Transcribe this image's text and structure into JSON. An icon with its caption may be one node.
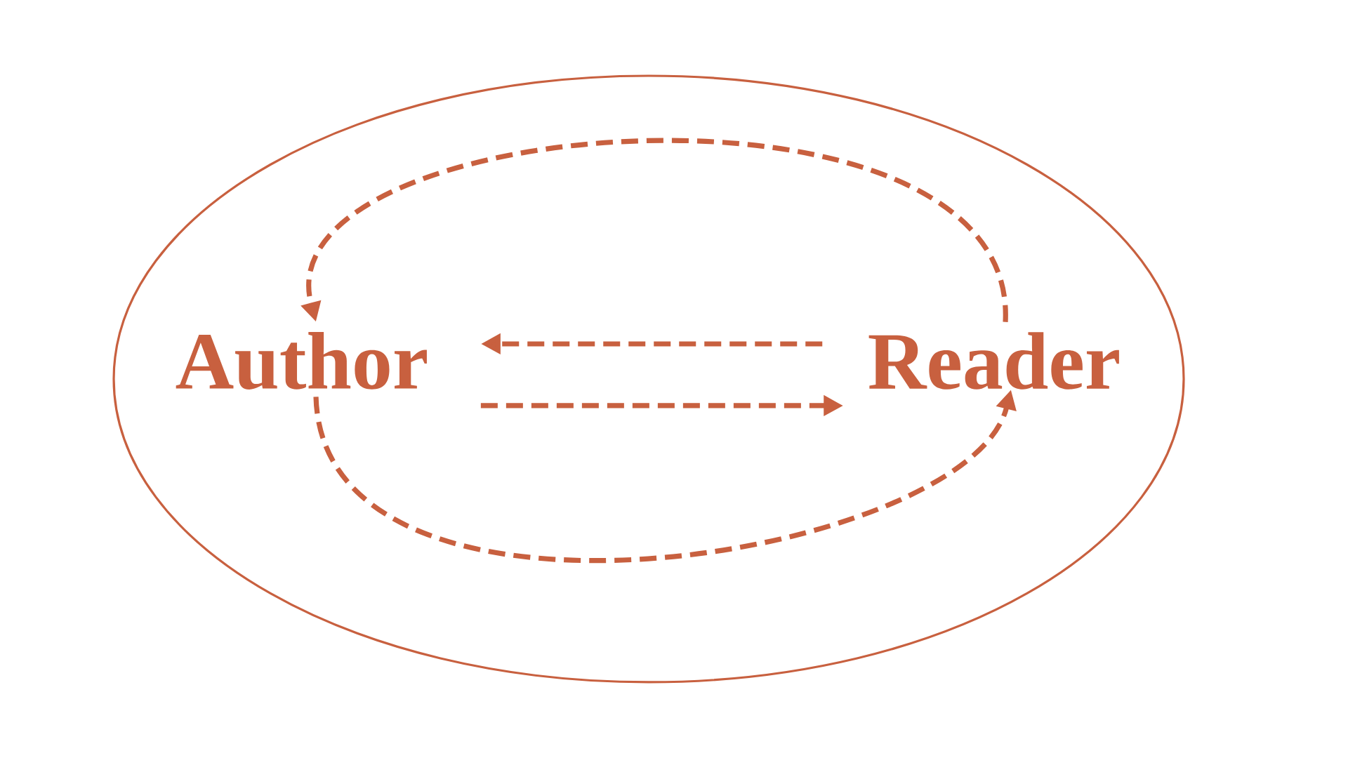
{
  "diagram": {
    "nodes": [
      {
        "text": [],
        "shape": "ellipse"
      },
      {
        "text": [
          "Author"
        ],
        "in": 0
      },
      {
        "text": [
          "Reader"
        ],
        "in": 0
      }
    ],
    "edges": [
      {
        "from": 2,
        "to": 1,
        "arrow": "to",
        "style": "dashed"
      },
      {
        "from": 2,
        "to": 1,
        "arrow": "to",
        "style": "dashed"
      },
      {
        "from": 1,
        "to": 2,
        "arrow": "to",
        "style": "dashed"
      },
      {
        "from": 1,
        "to": 2,
        "arrow": "to",
        "style": "dashed"
      }
    ]
  }
}
